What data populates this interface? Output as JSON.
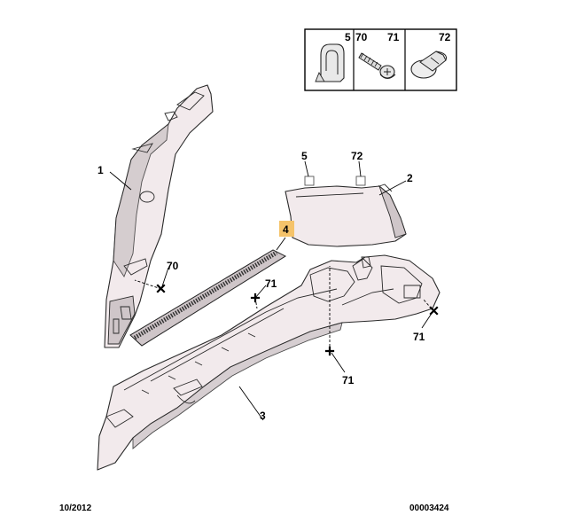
{
  "fasteners_box": {
    "refs": [
      "5",
      "70",
      "71",
      "72"
    ]
  },
  "callouts": {
    "part_1": "1",
    "part_2": "2",
    "part_3": "3",
    "part_4": "4",
    "clip_5": "5",
    "clip_72": "72",
    "clip_70": "70",
    "screw_71_a": "71",
    "screw_71_b": "71",
    "screw_71_c": "71"
  },
  "colors": {
    "highlight": "#f5c36a",
    "part_fill": "#f2eaec",
    "part_shade": "#cfc6c9"
  },
  "footer": {
    "date": "10/2012",
    "doc_number": "00003424"
  }
}
